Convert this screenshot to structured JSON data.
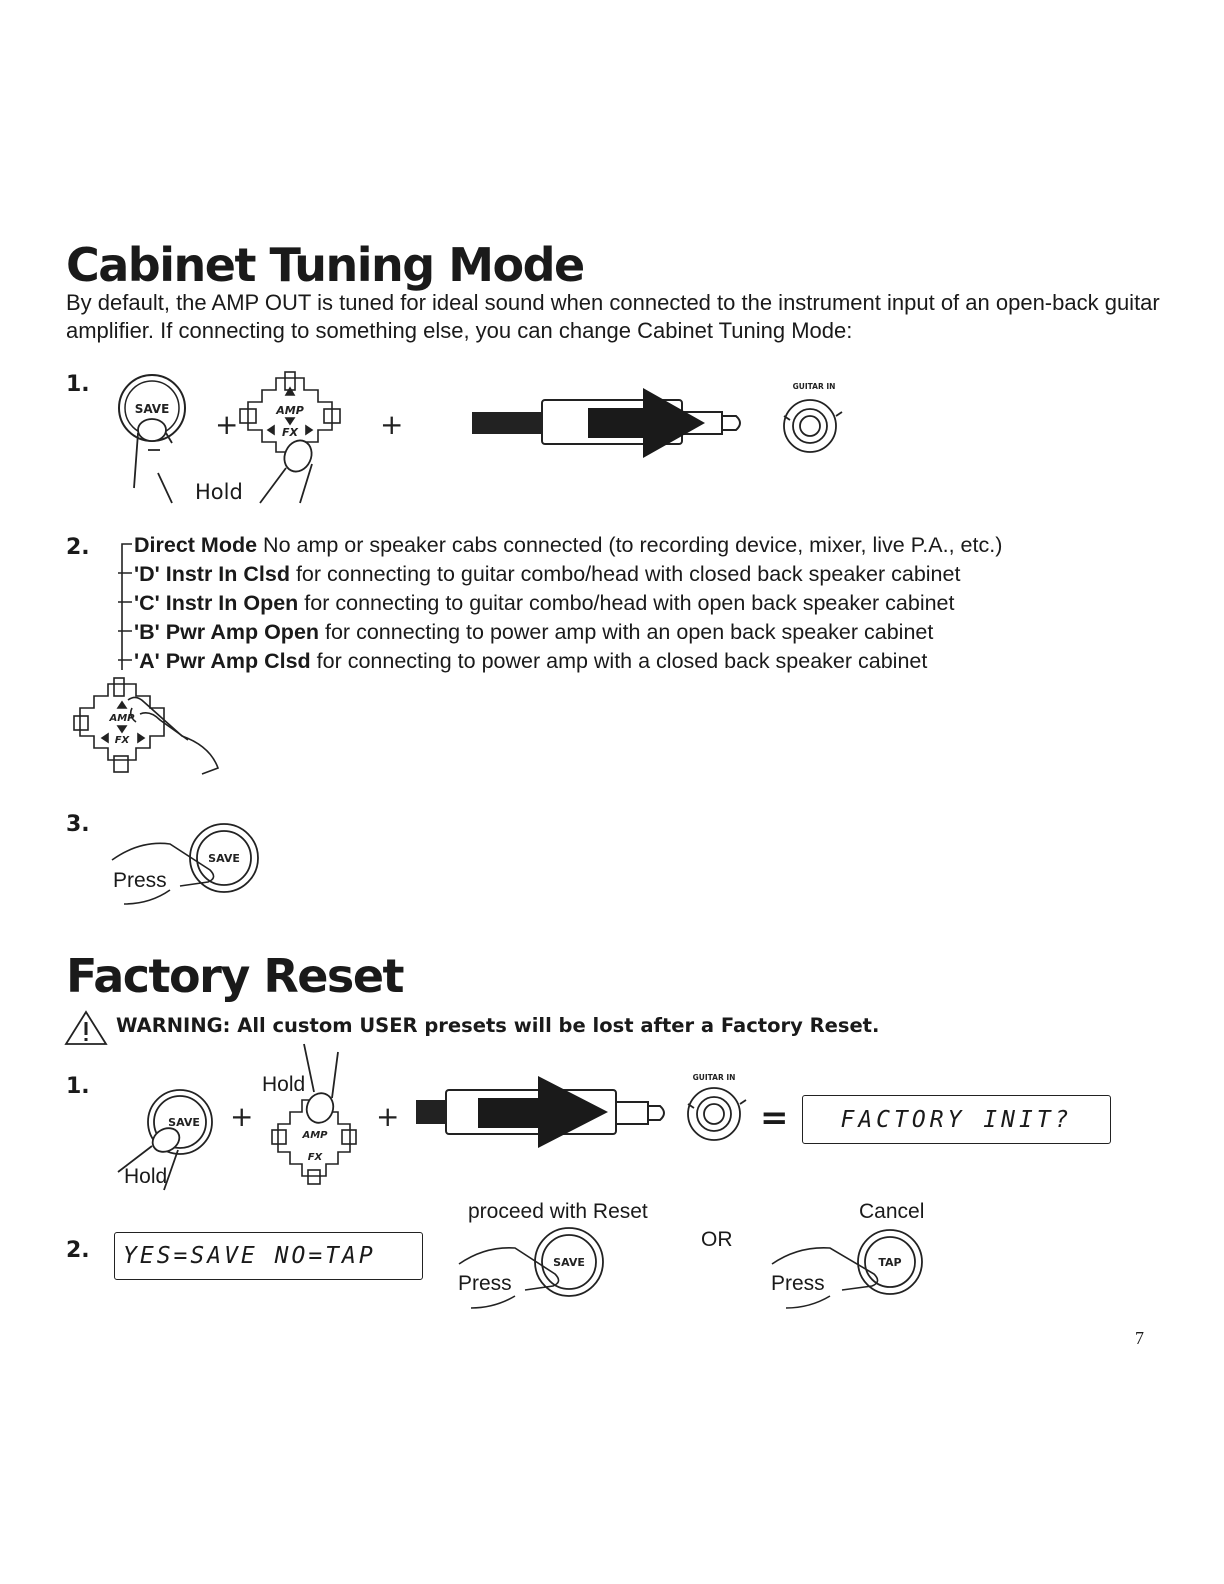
{
  "section1": {
    "title": "Cabinet Tuning Mode",
    "intro": "By default, the AMP OUT is tuned for ideal sound when connected to the instrument input of an open-back guitar amplifier. If connecting to something else, you can change Cabinet Tuning Mode:",
    "step1": {
      "number": "1.",
      "hold_label": "Hold",
      "save_button": "SAVE",
      "knob_amp": "AMP",
      "knob_fx": "FX",
      "plus": "+",
      "jack_label": "GUITAR IN"
    },
    "step2": {
      "number": "2.",
      "modes": [
        {
          "name": "Direct Mode",
          "desc": " No amp or speaker cabs connected (to recording device, mixer, live P.A., etc.)"
        },
        {
          "name": "'D' Instr In Clsd",
          "desc": " for connecting to guitar combo/head with closed back speaker cabinet"
        },
        {
          "name": "'C' Instr In Open",
          "desc": " for connecting to guitar combo/head with open back speaker cabinet"
        },
        {
          "name": "'B' Pwr Amp Open",
          "desc": " for connecting to power amp with an open back speaker cabinet"
        },
        {
          "name": "'A' Pwr Amp Clsd",
          "desc": " for connecting to power amp with a closed back speaker cabinet"
        }
      ]
    },
    "step3": {
      "number": "3.",
      "press_label": "Press",
      "save_button": "SAVE"
    }
  },
  "section2": {
    "title": "Factory Reset",
    "warning": "WARNING: All custom USER presets will be lost after a Factory Reset.",
    "step1": {
      "number": "1.",
      "hold_label_top": "Hold",
      "hold_label_bottom": "Hold",
      "save_button": "SAVE",
      "knob_amp": "AMP",
      "knob_fx": "FX",
      "plus": "+",
      "equals": "=",
      "jack_label": "GUITAR IN",
      "lcd": "FACTORY INIT?"
    },
    "step2": {
      "number": "2.",
      "lcd": "YES=SAVE  NO=TAP",
      "proceed_label": "proceed with Reset",
      "or_label": "OR",
      "cancel_label": "Cancel",
      "press_save_label": "Press",
      "save_button": "SAVE",
      "press_tap_label": "Press",
      "tap_button": "TAP"
    }
  },
  "page_number": "7"
}
